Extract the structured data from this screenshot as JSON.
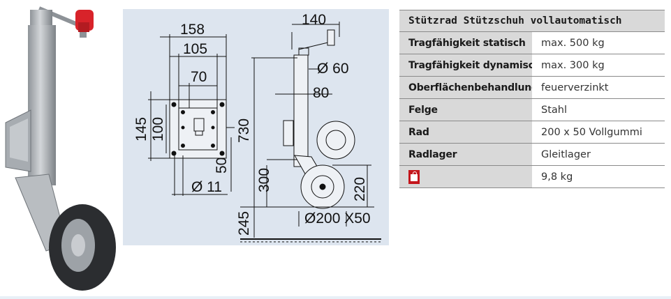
{
  "drawing": {
    "dims": {
      "d158": "158",
      "d105": "105",
      "d70": "70",
      "d145": "145",
      "d100": "100",
      "d50": "50",
      "d11": "Ø 11",
      "d140": "140",
      "d60": "Ø 60",
      "d80": "80",
      "d730": "730",
      "d300": "300",
      "d220": "220",
      "d245": "245",
      "d200": "Ø200 X50"
    }
  },
  "table": {
    "title": "Stützrad Stützschuh vollautomatisch",
    "rows": [
      {
        "label": "Tragfähigkeit statisch",
        "value": "max. 500 kg"
      },
      {
        "label": "Tragfähigkeit dynamisch",
        "value": "max. 300 kg"
      },
      {
        "label": "Oberflächenbehandlung",
        "value": "feuerverzinkt"
      },
      {
        "label": "Felge",
        "value": "Stahl"
      },
      {
        "label": "Rad",
        "value": "200 x 50 Vollgummi"
      },
      {
        "label": "Radlager",
        "value": "Gleitlager"
      }
    ],
    "weight": {
      "icon": "weight-icon",
      "value": "9,8 kg"
    }
  }
}
